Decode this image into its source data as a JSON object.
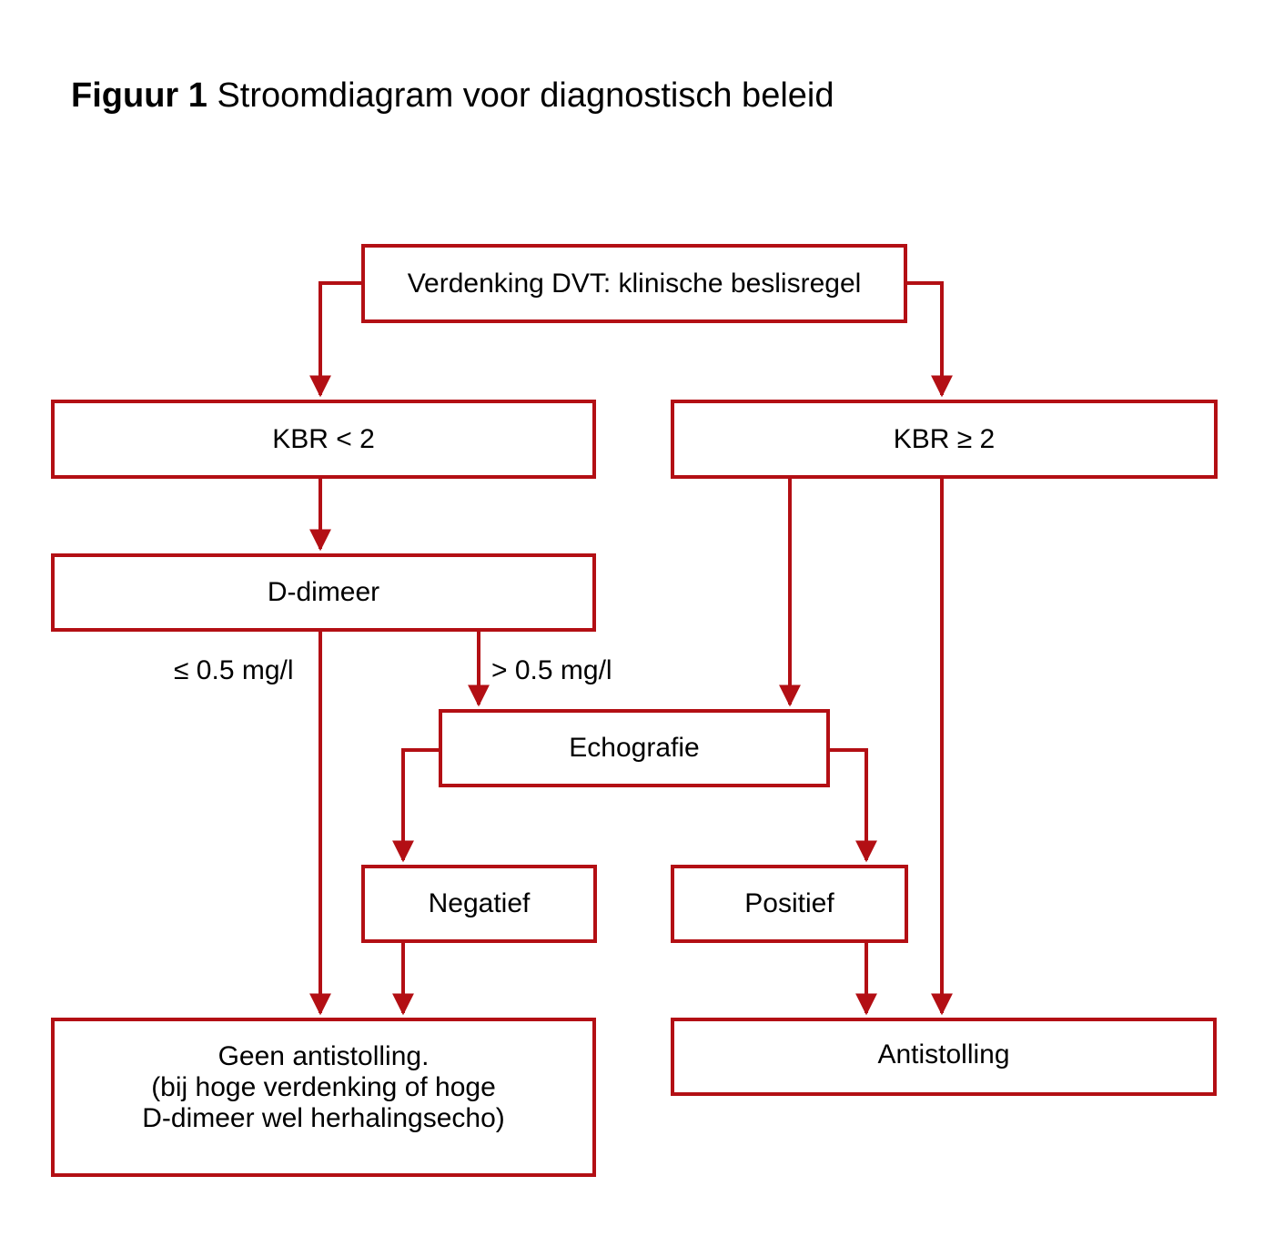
{
  "title": {
    "prefix": "Figuur 1",
    "text": "Stroomdiagram voor diagnostisch beleid"
  },
  "colors": {
    "accent": "#b30f14"
  },
  "nodes": {
    "start": "Verdenking DVT: klinische beslisregel",
    "kbr_low": "KBR < 2",
    "kbr_high": "KBR ≥ 2",
    "ddimer": "D-dimeer",
    "echo": "Echografie",
    "negative": "Negatief",
    "positive": "Positief",
    "no_anticoag": {
      "line1": "Geen antistolling.",
      "line2": "(bij hoge verdenking of hoge",
      "line3": "D-dimeer wel herhalingsecho)"
    },
    "anticoag": "Antistolling"
  },
  "edge_labels": {
    "low_ddimer": "≤ 0.5 mg/l",
    "high_ddimer": "> 0.5 mg/l"
  }
}
